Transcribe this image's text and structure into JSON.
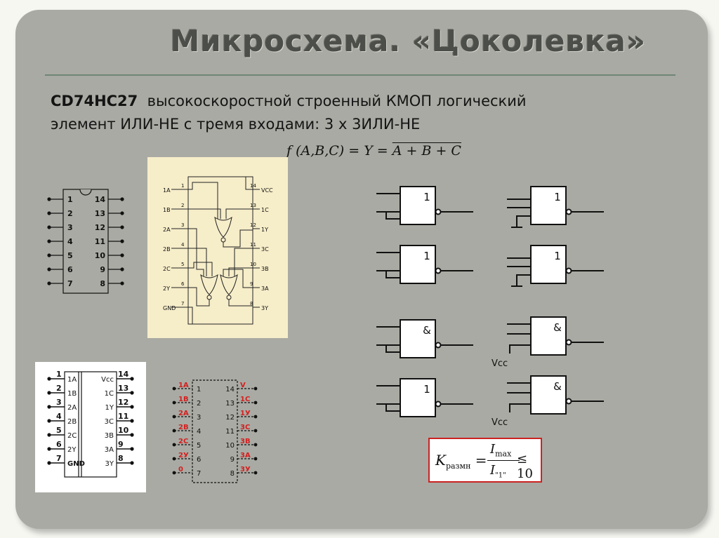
{
  "title": "Микросхема. «Цоколевка»",
  "description": {
    "chip": "CD74HC27",
    "line1": "высокоскоростной строенный КМОП логический",
    "line2": "элемент ИЛИ-НЕ с тремя входами: 3 х 3ИЛИ-НЕ"
  },
  "formula": {
    "lhs": "f (A,B,C) = Y = ",
    "rhs": "A + B + C"
  },
  "dip_left_pins": [
    "1",
    "2",
    "3",
    "4",
    "5",
    "6",
    "7"
  ],
  "dip_right_pins": [
    "14",
    "13",
    "12",
    "11",
    "10",
    "9",
    "8"
  ],
  "schematic": {
    "left_labels": [
      "1A",
      "1B",
      "2A",
      "2B",
      "2C",
      "2Y",
      "GND"
    ],
    "left_pins": [
      "1",
      "2",
      "3",
      "4",
      "5",
      "6",
      "7"
    ],
    "right_labels": [
      "VCC",
      "1C",
      "1Y",
      "3C",
      "3B",
      "3A",
      "3Y"
    ],
    "right_pins": [
      "14",
      "13",
      "12",
      "11",
      "10",
      "9",
      "8"
    ]
  },
  "pinout_boxed": {
    "left_pins": [
      "1",
      "2",
      "3",
      "4",
      "5",
      "6",
      "7"
    ],
    "left_labels": [
      "1A",
      "1B",
      "2A",
      "2B",
      "2C",
      "2Y",
      "GND"
    ],
    "right_pins": [
      "14",
      "13",
      "12",
      "11",
      "10",
      "9",
      "8"
    ],
    "right_labels": [
      "Vcc",
      "1C",
      "1Y",
      "3C",
      "3B",
      "3A",
      "3Y"
    ]
  },
  "pinout_red": {
    "left_labels": [
      "1A",
      "1B",
      "2A",
      "2B",
      "2C",
      "2У",
      "0"
    ],
    "left_pins": [
      "1",
      "2",
      "3",
      "4",
      "5",
      "6",
      "7"
    ],
    "right_pins": [
      "14",
      "13",
      "12",
      "11",
      "10",
      "9",
      "8"
    ],
    "right_labels": [
      "V",
      "1C",
      "1У",
      "3C",
      "3B",
      "3A",
      "3У"
    ]
  },
  "gates": {
    "or_symbol": "1",
    "and_symbol": "&",
    "vcc": "Vcc"
  },
  "k_formula": {
    "k": "K",
    "k_sub": "размн",
    "num": "I",
    "num_sub": "max",
    "den": "I",
    "den_sub": "\"1\"",
    "rel": "≤ 10"
  },
  "colors": {
    "slide": "#a9aaa3",
    "title": "#4c4e4a",
    "red": "#d42020",
    "panel": "#f6edc9"
  }
}
